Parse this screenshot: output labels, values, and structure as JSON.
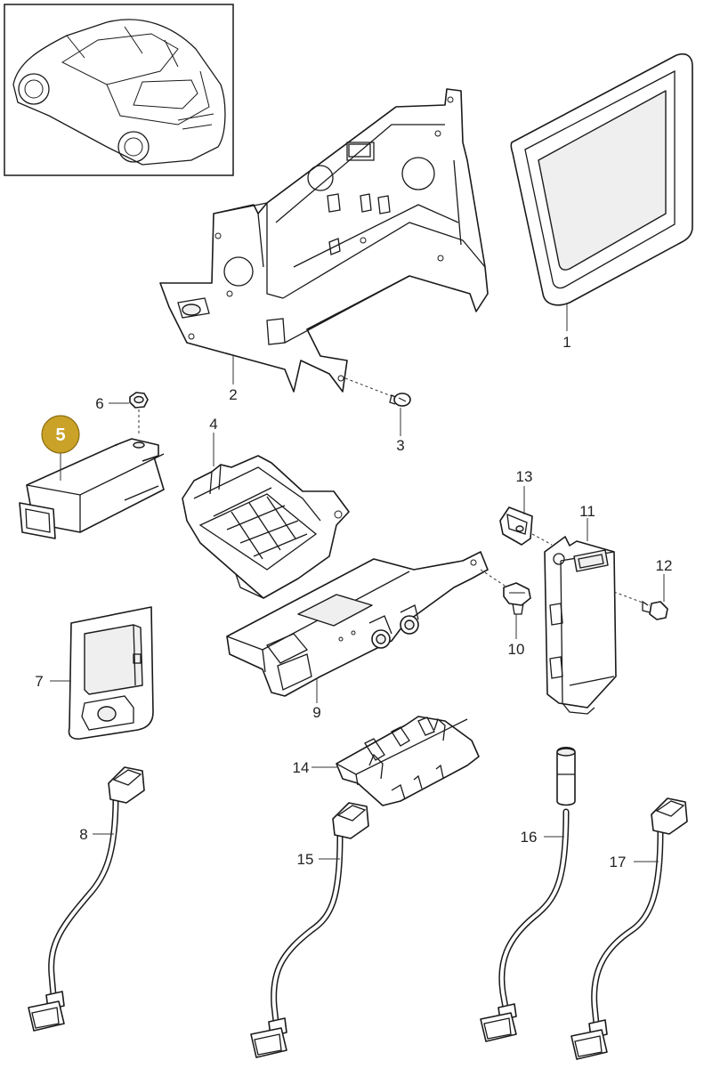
{
  "diagram": {
    "highlight_color": "#c9a227",
    "highlighted_part": "5",
    "parts": [
      {
        "id": "p1",
        "label": "1"
      },
      {
        "id": "p2",
        "label": "2"
      },
      {
        "id": "p3",
        "label": "3"
      },
      {
        "id": "p4",
        "label": "4"
      },
      {
        "id": "p5",
        "label": "5"
      },
      {
        "id": "p6",
        "label": "6"
      },
      {
        "id": "p7",
        "label": "7"
      },
      {
        "id": "p8",
        "label": "8"
      },
      {
        "id": "p9",
        "label": "9"
      },
      {
        "id": "p10",
        "label": "10"
      },
      {
        "id": "p11",
        "label": "11"
      },
      {
        "id": "p12",
        "label": "12"
      },
      {
        "id": "p13",
        "label": "13"
      },
      {
        "id": "p14",
        "label": "14"
      },
      {
        "id": "p15",
        "label": "15"
      },
      {
        "id": "p16",
        "label": "16"
      },
      {
        "id": "p17",
        "label": "17"
      }
    ]
  }
}
